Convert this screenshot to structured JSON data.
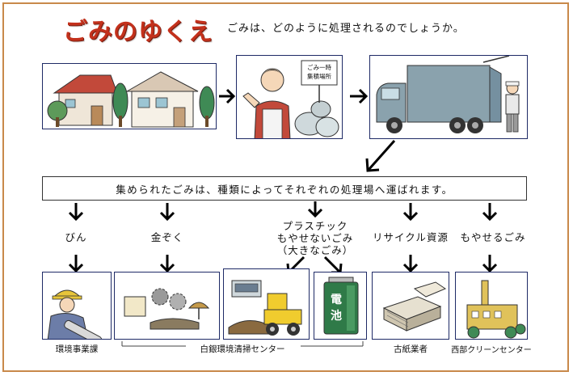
{
  "title": "ごみのゆくえ",
  "subtitle": "ごみは、どのように処理されるのでしょうか。",
  "sign_text": [
    "ごみ一時",
    "集積場所"
  ],
  "banner": "集められたごみは、種類によってそれぞれの処理場へ運ばれます。",
  "categories": [
    {
      "label": "びん"
    },
    {
      "label": "金ぞく"
    },
    {
      "label": "プラスチック",
      "line2": "もやせないごみ",
      "line3": "（大きなごみ）"
    },
    {
      "label": "リサイクル資源"
    },
    {
      "label": "もやせるごみ"
    }
  ],
  "battery_label": [
    "電",
    "池"
  ],
  "facilities": {
    "f1": "環境事業課",
    "f2": "白銀環境清掃センター",
    "f3": "古紙業者",
    "f4": "西部クリーンセンター"
  },
  "colors": {
    "title_red": "#c3311c",
    "frame_brown": "#c8894a",
    "box_border": "#1e2a66",
    "truck_blue": "#8aa2ad"
  }
}
